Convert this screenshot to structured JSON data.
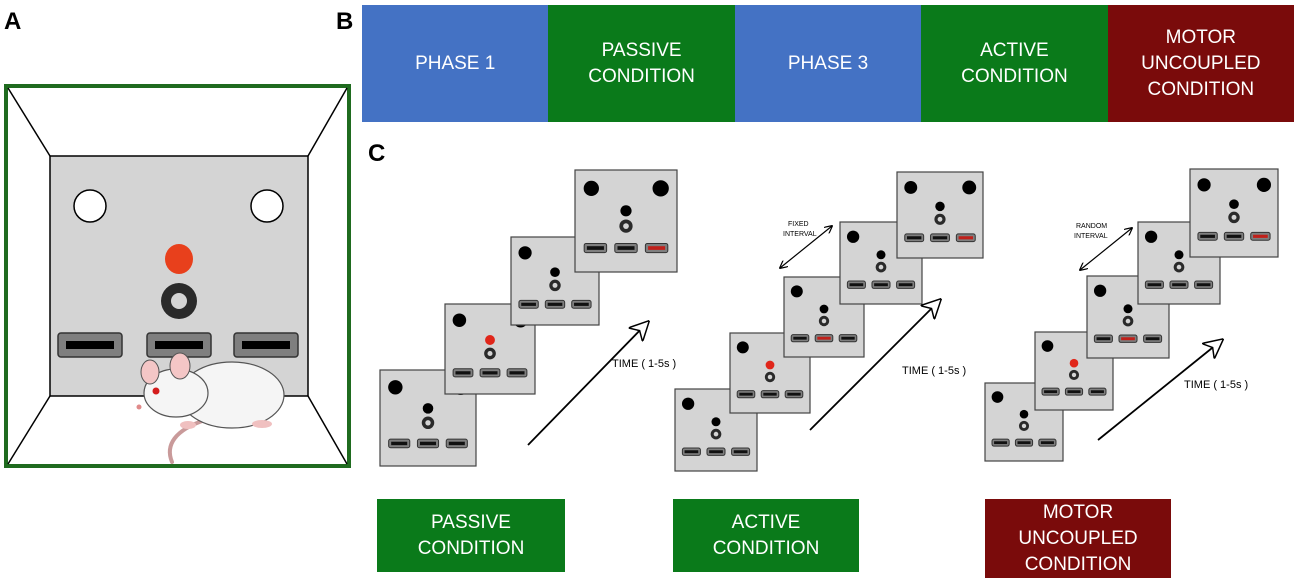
{
  "panels": {
    "a": "A",
    "b": "B",
    "c": "C"
  },
  "phases": [
    {
      "label": "PHASE 1",
      "color": "#4472c4"
    },
    {
      "label": "PASSIVE\nCONDITION",
      "color": "#0a7a1a"
    },
    {
      "label": "PHASE 3",
      "color": "#4472c4"
    },
    {
      "label": "ACTIVE\nCONDITION",
      "color": "#0a7a1a"
    },
    {
      "label": "MOTOR\nUNCOUPLED\nCONDITION",
      "color": "#7a0b0b"
    }
  ],
  "sequences": {
    "passive": {
      "time_label": "TIME ( 1-5s )"
    },
    "active": {
      "time_label": "TIME ( 1-5s )",
      "interval_label_1": "FIXED",
      "interval_label_2": "INTERVAL"
    },
    "uncoupled": {
      "time_label": "TIME ( 1-5s )",
      "interval_label_1": "RANDOM",
      "interval_label_2": "INTERVAL"
    }
  },
  "conditions": [
    {
      "label": "PASSIVE\nCONDITION",
      "color": "#0a7a1a"
    },
    {
      "label": "ACTIVE\nCONDITION",
      "color": "#0a7a1a"
    },
    {
      "label": "MOTOR\nUNCOUPLED\nCONDITION",
      "color": "#7a0b0b"
    }
  ],
  "colors": {
    "box_border": "#1f6b1f",
    "panel_gray": "#d4d4d4",
    "stim_red": "#e8401c",
    "cue_red": "#e0261a",
    "lever_red": "#c0201a"
  }
}
